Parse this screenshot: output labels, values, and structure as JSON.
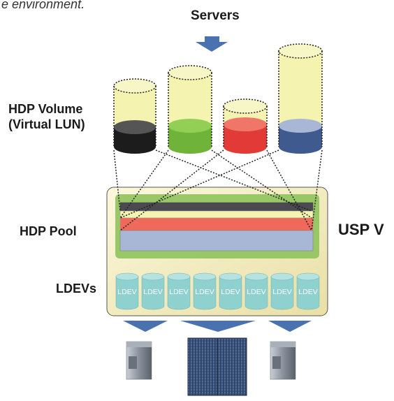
{
  "caption": "e environment.",
  "labels": {
    "servers": "Servers",
    "hdp_volume_line1": "HDP Volume",
    "hdp_volume_line2": "(Virtual LUN)",
    "hdp_pool": "HDP Pool",
    "usp_v": "USP V",
    "ldevs": "LDEVs"
  },
  "ldev_label": "LDEV",
  "ldevs": [
    "LDEV",
    "LDEV",
    "LDEV",
    "LDEV",
    "LDEV",
    "LDEV",
    "LDEV",
    "LDEV"
  ],
  "colors": {
    "arrow": "#4a72b0",
    "cyl_fill": "#f4f3b0",
    "pool_outer": "#8fc35c",
    "pool_black": "#4b4a50",
    "pool_yellow": "#f4f3b0",
    "pool_red": "#ef6a5a",
    "pool_blue": "#a9b7d6",
    "ldev": "#8fd1cf",
    "vol_black": "#1c1c1c",
    "vol_green": "#6fb33a",
    "vol_red": "#e23a36",
    "vol_blue": "#3f5a8e"
  }
}
